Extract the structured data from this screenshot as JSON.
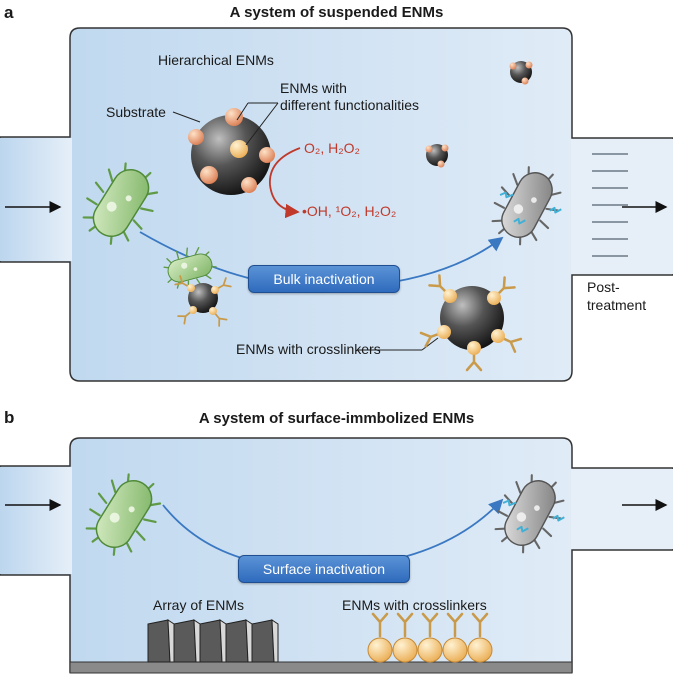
{
  "panel_a": {
    "letter": "a",
    "title": "A system of suspended ENMs",
    "hierarchical": "Hierarchical ENMs",
    "functionalities_1": "ENMs with",
    "functionalities_2": "different functionalities",
    "substrate": "Substrate",
    "reactants": "O₂, H₂O₂",
    "products": "•OH, ¹O₂, H₂O₂",
    "bulk": "Bulk inactivation",
    "crosslinkers": "ENMs with crosslinkers",
    "post_1": "Post-",
    "post_2": "treatment"
  },
  "panel_b": {
    "letter": "b",
    "title": "A system of surface-immbolized ENMs",
    "surface": "Surface inactivation",
    "array": "Array of ENMs",
    "crosslinkers": "ENMs with crosslinkers"
  },
  "colors": {
    "chamber": "#d6e6f4",
    "bacteria_live": "#a8d08d",
    "bacteria_dead": "#9a9a9a",
    "nano_core": "#3a3a3a",
    "nano_site": "#f0a070",
    "crosslinker": "#f3c07a",
    "arrow_blue": "#3a78c2",
    "arrow_red": "#c0392b"
  }
}
